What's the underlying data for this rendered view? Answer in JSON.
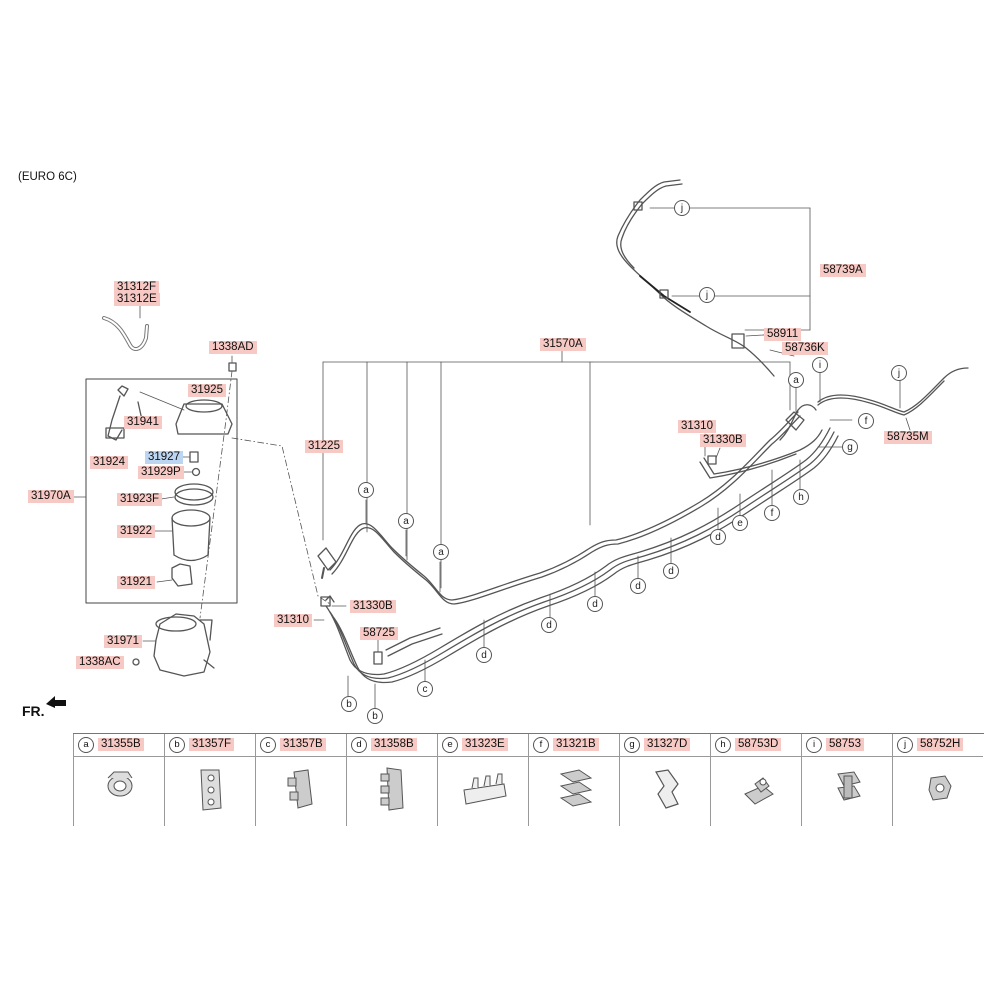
{
  "variant": "(EURO 6C)",
  "direction": "FR.",
  "labels": {
    "l31312F": "31312F",
    "l31312E": "31312E",
    "l1338AD": "1338AD",
    "l31925": "31925",
    "l31941": "31941",
    "l31924": "31924",
    "l31927": "31927",
    "l31929P": "31929P",
    "l31970A": "31970A",
    "l31923F": "31923F",
    "l31922": "31922",
    "l31921": "31921",
    "l31971": "31971",
    "l1338AC": "1338AC",
    "l31225": "31225",
    "l31570A": "31570A",
    "l31310a": "31310",
    "l31330Ba": "31330B",
    "l31310b": "31310",
    "l31330Bb": "31330B",
    "l58725": "58725",
    "l58739A": "58739A",
    "l58911": "58911",
    "l58736K": "58736K",
    "l58735M": "58735M"
  },
  "callouts": {
    "c1": "j",
    "c2": "j",
    "c3": "a",
    "c4": "i",
    "c5": "j",
    "c6": "f",
    "c7": "g",
    "c8": "h",
    "c9": "f",
    "c10": "e",
    "c11": "d",
    "c12": "d",
    "c13": "d",
    "c14": "d",
    "c15": "d",
    "c16": "d",
    "c17": "a",
    "c18": "a",
    "c19": "a",
    "c20": "c",
    "c21": "b",
    "c22": "b"
  },
  "legend": [
    {
      "letter": "a",
      "code": "31355B",
      "icon": "grommet-clip-icon"
    },
    {
      "letter": "b",
      "code": "31357F",
      "icon": "block-clip-icon"
    },
    {
      "letter": "c",
      "code": "31357B",
      "icon": "double-clip-icon"
    },
    {
      "letter": "d",
      "code": "31358B",
      "icon": "triple-clip-icon"
    },
    {
      "letter": "e",
      "code": "31323E",
      "icon": "comb-clip-icon"
    },
    {
      "letter": "f",
      "code": "31321B",
      "icon": "stack-clip-icon"
    },
    {
      "letter": "g",
      "code": "31327D",
      "icon": "hook-clip-icon"
    },
    {
      "letter": "h",
      "code": "58753D",
      "icon": "bracket-clip-icon"
    },
    {
      "letter": "i",
      "code": "58753",
      "icon": "square-clip-icon"
    },
    {
      "letter": "j",
      "code": "58752H",
      "icon": "small-clip-icon"
    }
  ]
}
